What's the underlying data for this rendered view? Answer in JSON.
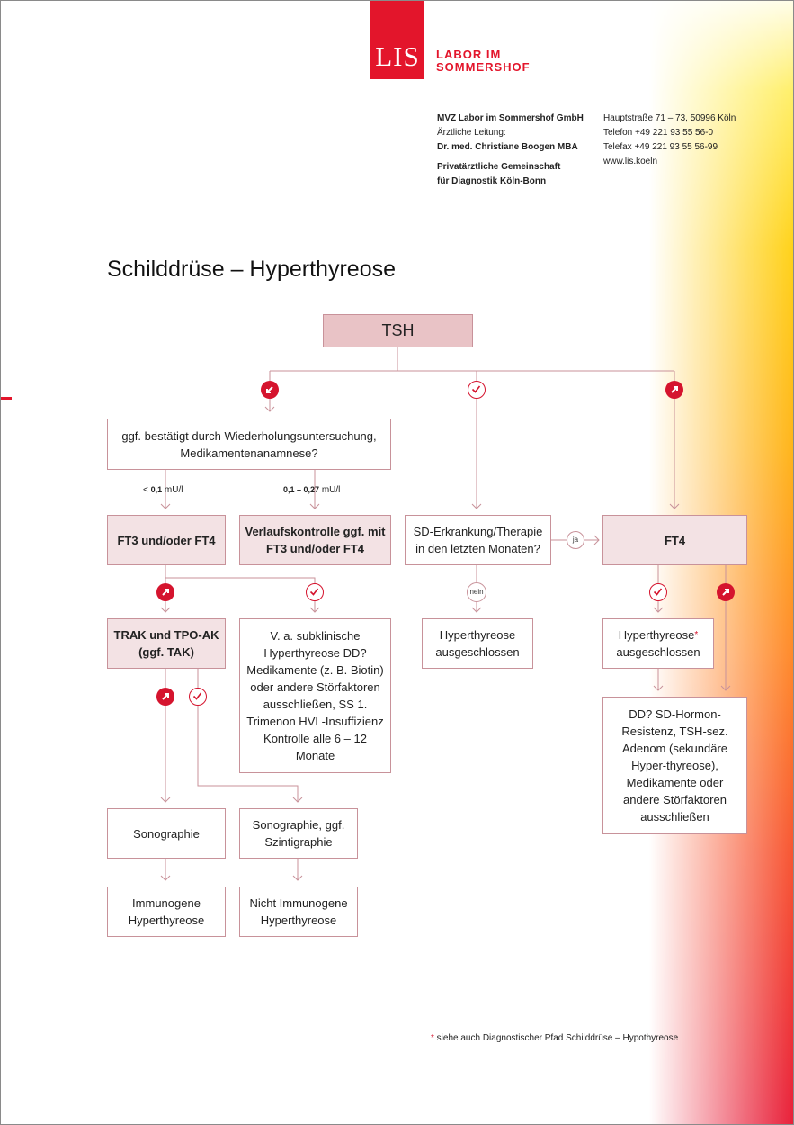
{
  "header": {
    "logo_text": "LIS",
    "brand_line1": "LABOR IM",
    "brand_line2": "SOMMERSHOF",
    "address_left": [
      "MVZ Labor im Sommershof GmbH",
      "Ärztliche Leitung:",
      "Dr. med. Christiane Boogen MBA"
    ],
    "address_left2": [
      "Privatärztliche Gemeinschaft",
      "für Diagnostik Köln-Bonn"
    ],
    "address_right": [
      "Hauptstraße 71 – 73, 50996 Köln",
      "Telefon +49 221 93 55 56-0",
      "Telefax +49 221 93 55 56-99",
      "www.lis.koeln"
    ]
  },
  "title": "Schilddrüse – Hyperthyreose",
  "nodes": {
    "tsh": "TSH",
    "confirm": "ggf. bestätigt durch Wiederholungsuntersuchung, Medikamentenanamnese?",
    "ft3_ft4": "FT3 und/oder FT4",
    "verlauf": "Verlaufskontrolle ggf. mit FT3 und/oder FT4",
    "sd_erkrankung": "SD-Erkrankung/Therapie in den letzten Monaten?",
    "ft4": "FT4",
    "trak": "TRAK und TPO-AK (ggf. TAK)",
    "subklinisch": "V. a. subklinische Hyperthyreose DD? Medikamente (z. B. Biotin) oder andere Störfaktoren ausschließen, SS 1. Trimenon HVL-Insuffizienz Kontrolle alle 6 – 12 Monate",
    "hyper_ausgeschlossen_mid": "Hyperthyreose ausgeschlossen",
    "hyper_ausgeschlossen_right_line1": "Hyperthyreose",
    "hyper_ausgeschlossen_right_star": "*",
    "hyper_ausgeschlossen_right_line2": "ausgeschlossen",
    "dd": "DD? SD-Hormon-Resistenz, TSH-sez. Adenom (sekundäre Hyper-thyreose), Medikamente oder andere Störfaktoren ausschließen",
    "sono1": "Sonographie",
    "sono2": "Sonographie, ggf. Szintigraphie",
    "immunogen": "Immunogene Hyperthyreose",
    "nicht_immunogen": "Nicht Immunogene Hyperthyreose"
  },
  "labels": {
    "lt_prefix": "< ",
    "lt_value": "0,1",
    "lt_unit": " mU/l",
    "range_value": "0,1 – 0,27",
    "range_unit": " mU/l",
    "ja": "ja",
    "nein": "nein"
  },
  "icons": {
    "down": "arrow-down-left-icon",
    "up": "arrow-up-right-icon",
    "check": "check-icon"
  },
  "footnote": {
    "star": "*",
    "text": " siehe auch Diagnostischer Pfad Schilddrüse – Hypothyreose"
  },
  "colors": {
    "accent": "#e3152b",
    "line": "#c8929a",
    "fill_light": "#f3e2e4",
    "fill_dark": "#e9c3c6"
  }
}
